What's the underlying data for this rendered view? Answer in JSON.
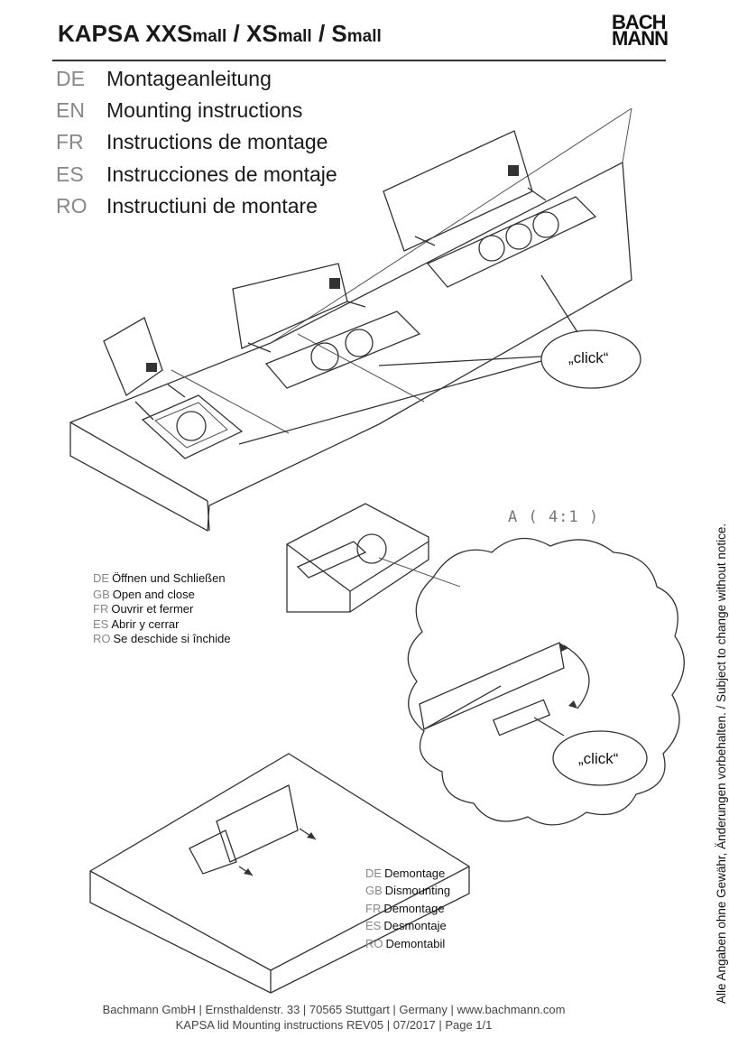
{
  "header": {
    "title_parts": [
      {
        "big": "KAPSA XXS",
        "small": "mall"
      },
      {
        "big": " / XS",
        "small": "mall"
      },
      {
        "big": " / S",
        "small": "mall"
      }
    ],
    "logo_line1": "BACH",
    "logo_line2": "MANN"
  },
  "languages": [
    {
      "code": "DE",
      "text": "Montageanleitung"
    },
    {
      "code": "EN",
      "text": "Mounting instructions"
    },
    {
      "code": "FR",
      "text": "Instructions de montage"
    },
    {
      "code": "ES",
      "text": "Instrucciones de montaje"
    },
    {
      "code": "RO",
      "text": "Instructiuni de montare"
    }
  ],
  "callouts": {
    "click_top": "„click“",
    "click_detail": "„click“"
  },
  "detail_label": "A ( 4:1 )",
  "open_close": [
    {
      "code": "DE",
      "text": "Öffnen und Schließen"
    },
    {
      "code": "GB",
      "text": "Open and close"
    },
    {
      "code": "FR",
      "text": "Ouvrir et fermer"
    },
    {
      "code": "ES",
      "text": "Abrir y cerrar"
    },
    {
      "code": "RO",
      "text": "Se deschide si închide"
    }
  ],
  "dismount": [
    {
      "code": "DE",
      "text": "Demontage"
    },
    {
      "code": "GB",
      "text": "Dismounting"
    },
    {
      "code": "FR",
      "text": "Démontage"
    },
    {
      "code": "ES",
      "text": "Desmontaje"
    },
    {
      "code": "RO",
      "text": "Demontabil"
    }
  ],
  "side_note": "Alle Angaben ohne Gewähr, Änderungen vorbehalten. / Subject to change without notice.",
  "footer": {
    "line1": "Bachmann GmbH | Ernsthaldenstr. 33 | 70565 Stuttgart | Germany | www.bachmann.com",
    "line2": "KAPSA lid Mounting instructions REV05 | 07/2017 | Page 1/1"
  },
  "colors": {
    "text": "#1a1a1a",
    "lang_code": "#888888",
    "lines": "#333333"
  }
}
